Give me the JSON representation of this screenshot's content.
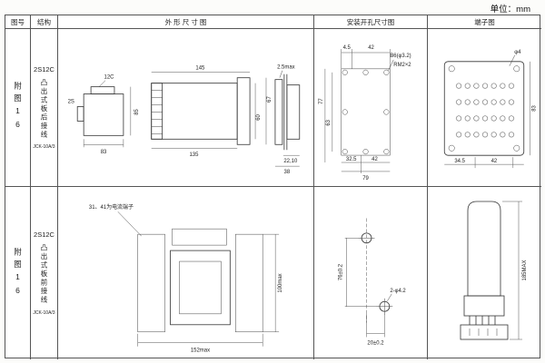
{
  "page": {
    "unit_label": "单位：mm"
  },
  "headers": {
    "fig_no": "图号",
    "structure": "结构",
    "outline": "外 形 尺 寸 图",
    "mounting": "安装开孔尺寸图",
    "terminal": "端子图"
  },
  "rows": [
    {
      "fig_no": "附图16",
      "structure": {
        "model": "2S12C",
        "desc": "凸出式板后接线",
        "type": "JCK-10A/3"
      },
      "outline": {
        "front_top_label": "12C",
        "front_left_label": "2S",
        "front_width": "83",
        "front_height": "85",
        "side_top": "145",
        "side_bottom": "135",
        "side_h1": "67",
        "side_h2": "60",
        "panel_top": "2.5max",
        "panel_d1": "22,10",
        "panel_d2": "38"
      },
      "mounting": {
        "top_d1": "4.5",
        "top_d2": "42",
        "label1": "B6(φ3.2)",
        "label2": "RM2×2",
        "left_d1": "77",
        "left_d2": "63",
        "bot_d1": "32.5",
        "bot_d2": "42",
        "bot_total": "79"
      },
      "terminal": {
        "hole_label": "φ4",
        "bot_d1": "34.5",
        "bot_d2": "42",
        "right_d": "83"
      }
    },
    {
      "fig_no": "附图16",
      "structure": {
        "model": "2S12C",
        "desc": "凸出式板前接线",
        "type": "JCK-10A/3"
      },
      "outline": {
        "note": "31、41为电流端子",
        "height": "100max",
        "width": "152max"
      },
      "mounting": {
        "vert_d": "76±0.2",
        "hole_label": "2-φ4.2",
        "bot_d": "20±0.2"
      },
      "terminal": {
        "height": "185MAX"
      }
    }
  ]
}
